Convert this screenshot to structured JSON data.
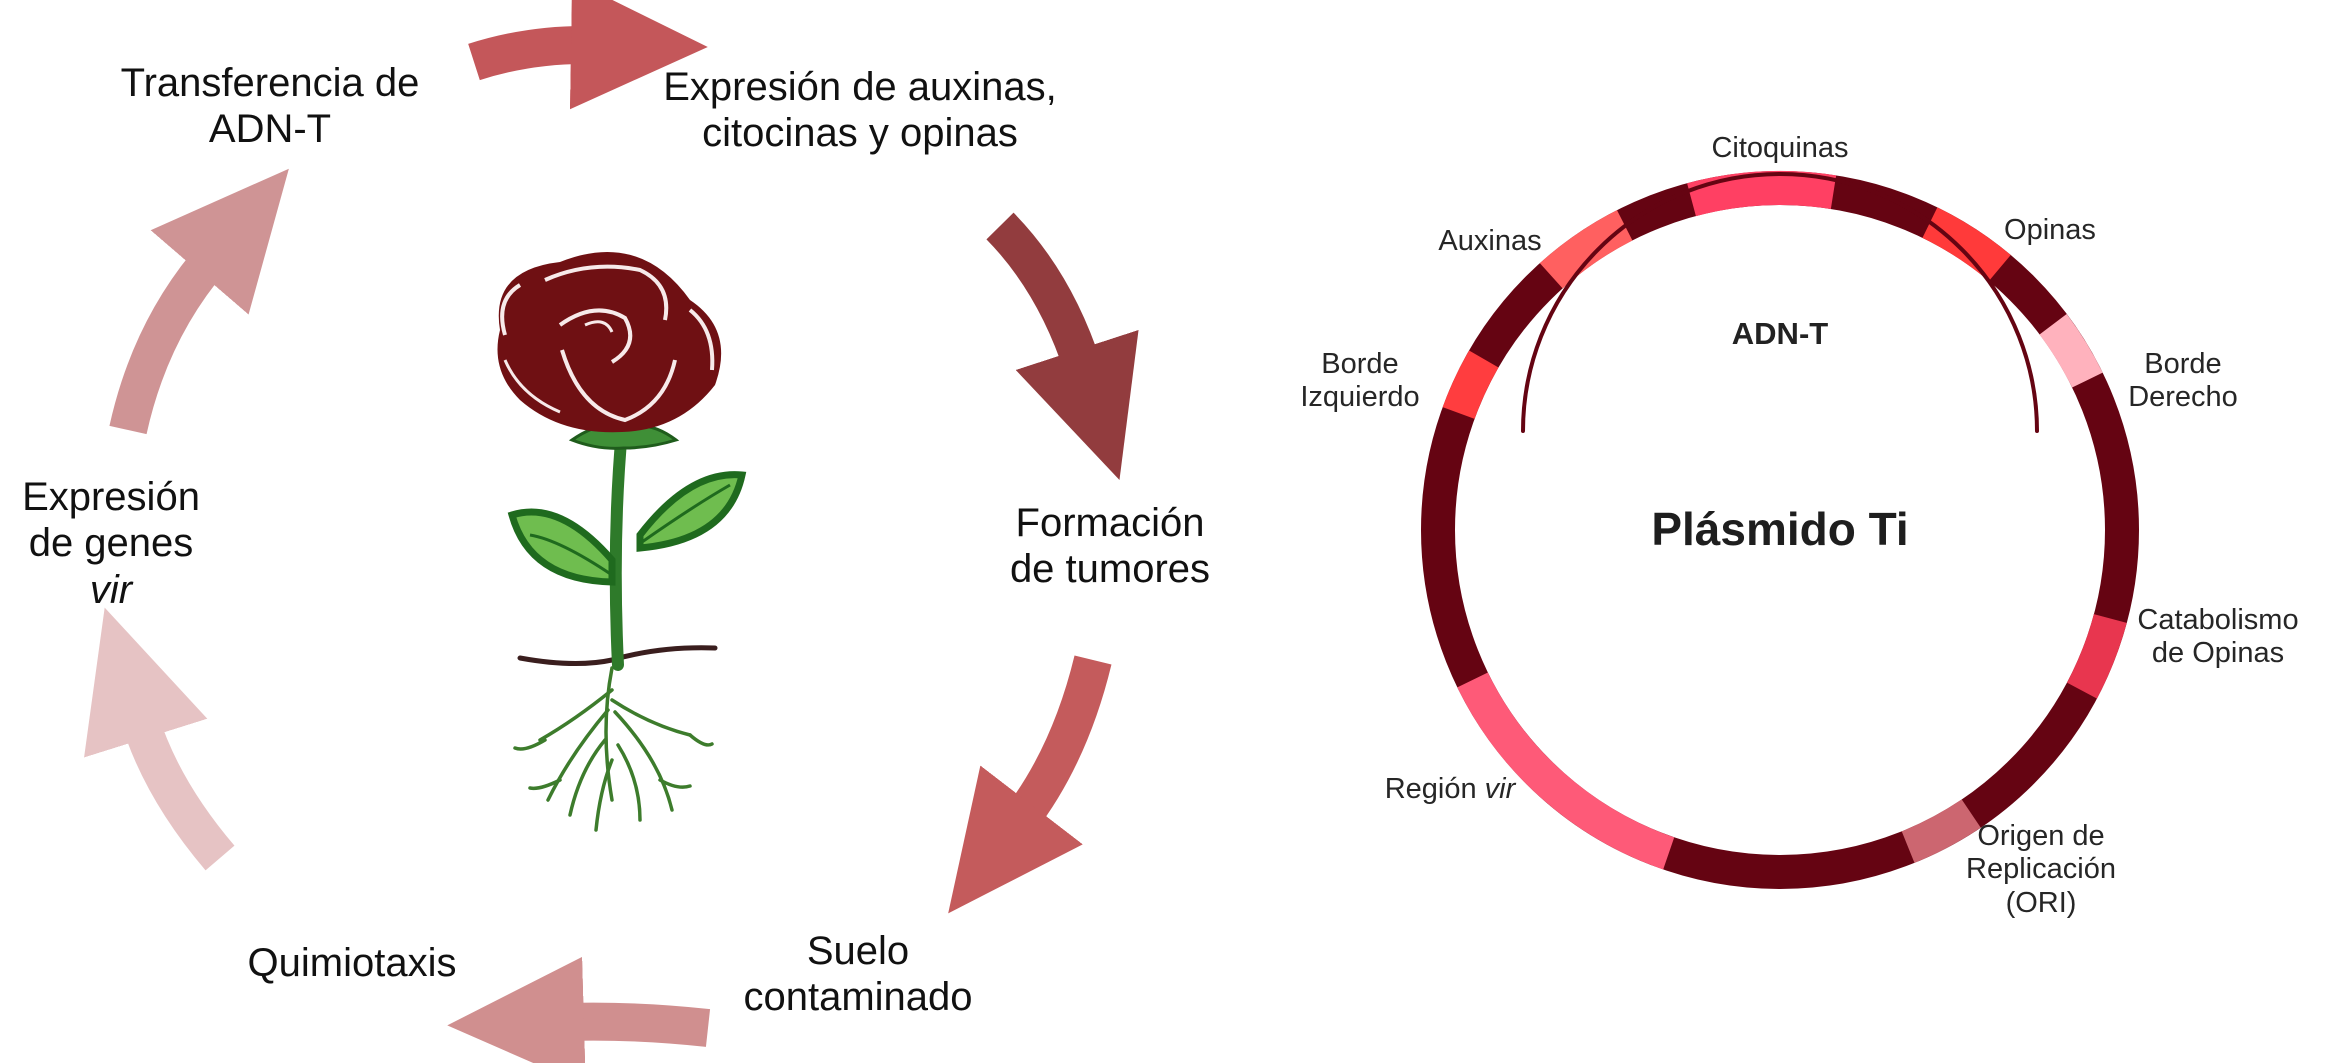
{
  "cycle": {
    "steps": [
      {
        "line1": "Transferencia de",
        "line2": "ADN-T"
      },
      {
        "line1": "Expresión de auxinas,",
        "line2": "citocinas y opinas"
      },
      {
        "line1": "Formación",
        "line2": "de tumores"
      },
      {
        "line1": "Suelo",
        "line2": "contaminado"
      },
      {
        "line1": "Quimiotaxis"
      },
      {
        "line1": "Expresión",
        "line2": "de genes",
        "line3": "vir"
      }
    ],
    "arrow_colors": [
      "#c4575a",
      "#923c3e",
      "#c45b5c",
      "#d08f8f",
      "#e6c3c4",
      "#cf9495"
    ],
    "illustration": "rose-plant-with-roots"
  },
  "plasmid": {
    "title": "Plásmido Ti",
    "tdna_label": "ADN-T",
    "regions": [
      {
        "name": "Citoquinas",
        "color": "#ff4063"
      },
      {
        "name": "Opinas",
        "color": "#ff3a3a"
      },
      {
        "name": "Borde Derecho",
        "line1": "Borde",
        "line2": "Derecho",
        "color": "#ffb2bd"
      },
      {
        "name": "Catabolismo de Opinas",
        "line1": "Catabolismo",
        "line2": "de Opinas",
        "color": "#e8364f"
      },
      {
        "name": "Origen de Replicación (ORI)",
        "line1": "Origen de",
        "line2": "Replicación",
        "line3": "(ORI)",
        "color": "#cc6670"
      },
      {
        "name": "Región vir",
        "line1": "Región",
        "line2": "vir",
        "color": "#fe5a78"
      },
      {
        "name": "Borde Izquierdo",
        "line1": "Borde",
        "line2": "Izquierdo",
        "color": "#ff3d3f"
      },
      {
        "name": "Auxinas",
        "color": "#ff6060"
      }
    ],
    "backbone_color": "#650412"
  }
}
